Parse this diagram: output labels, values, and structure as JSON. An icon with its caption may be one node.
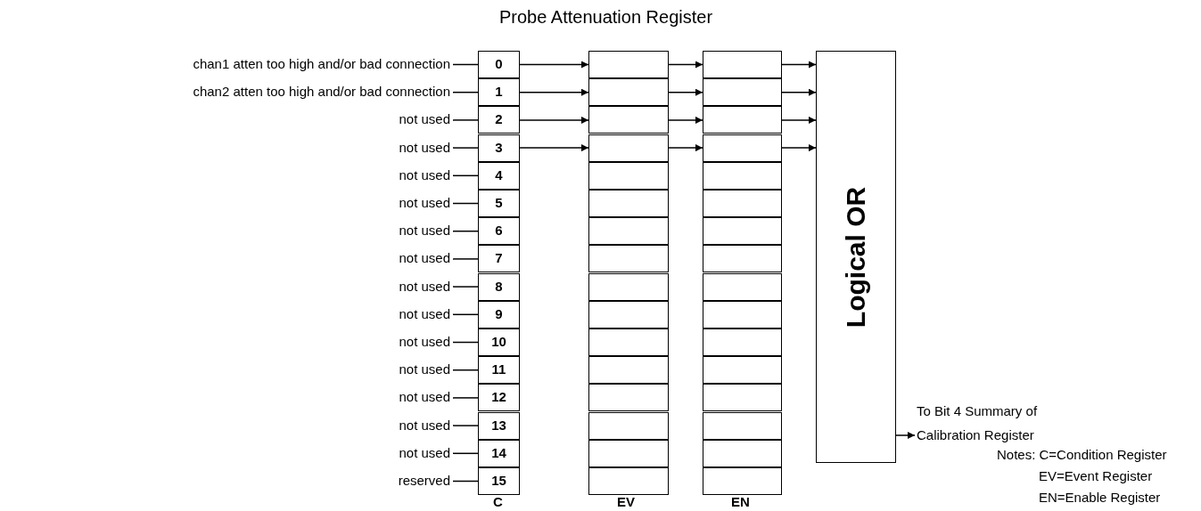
{
  "diagram": {
    "title": "Probe Attenuation Register",
    "nodes": [
      {
        "text": [
          "chan1 atten too high and/or bad connection"
        ]
      },
      {
        "text": [
          "chan2 atten too high and/or bad connection"
        ]
      },
      {
        "text": [
          "not used"
        ]
      },
      {
        "text": [
          "not used"
        ]
      },
      {
        "text": [
          "not used"
        ]
      },
      {
        "text": [
          "not used"
        ]
      },
      {
        "text": [
          "not used"
        ]
      },
      {
        "text": [
          "not used"
        ]
      },
      {
        "text": [
          "not used"
        ]
      },
      {
        "text": [
          "not used"
        ]
      },
      {
        "text": [
          "not used"
        ]
      },
      {
        "text": [
          "not used"
        ]
      },
      {
        "text": [
          "not used"
        ]
      },
      {
        "text": [
          "not used"
        ]
      },
      {
        "text": [
          "not used"
        ]
      },
      {
        "text": [
          "reserved"
        ]
      },
      {
        "text": [
          "0"
        ]
      },
      {
        "text": [
          "1"
        ]
      },
      {
        "text": [
          "2"
        ]
      },
      {
        "text": [
          "3"
        ]
      },
      {
        "text": [
          "4"
        ]
      },
      {
        "text": [
          "5"
        ]
      },
      {
        "text": [
          "6"
        ]
      },
      {
        "text": [
          "7"
        ]
      },
      {
        "text": [
          "8"
        ]
      },
      {
        "text": [
          "9"
        ]
      },
      {
        "text": [
          "10"
        ]
      },
      {
        "text": [
          "11"
        ]
      },
      {
        "text": [
          "12"
        ]
      },
      {
        "text": [
          "13"
        ]
      },
      {
        "text": [
          "14"
        ]
      },
      {
        "text": [
          "15"
        ]
      },
      {
        "text": [],
        "shape": "box"
      },
      {
        "text": [],
        "shape": "box"
      },
      {
        "text": [],
        "shape": "box"
      },
      {
        "text": [],
        "shape": "box"
      },
      {
        "text": [],
        "shape": "box"
      },
      {
        "text": [],
        "shape": "box"
      },
      {
        "text": [],
        "shape": "box"
      },
      {
        "text": [],
        "shape": "box"
      },
      {
        "text": [],
        "shape": "box"
      },
      {
        "text": [],
        "shape": "box"
      },
      {
        "text": [],
        "shape": "box"
      },
      {
        "text": [],
        "shape": "box"
      },
      {
        "text": [],
        "shape": "box"
      },
      {
        "text": [],
        "shape": "box"
      },
      {
        "text": [],
        "shape": "box"
      },
      {
        "text": [],
        "shape": "box"
      },
      {
        "text": [],
        "shape": "box"
      },
      {
        "text": [],
        "shape": "box"
      },
      {
        "text": [],
        "shape": "box"
      },
      {
        "text": [],
        "shape": "box"
      },
      {
        "text": [],
        "shape": "box"
      },
      {
        "text": [],
        "shape": "box"
      },
      {
        "text": [],
        "shape": "box"
      },
      {
        "text": [],
        "shape": "box"
      },
      {
        "text": [],
        "shape": "box"
      },
      {
        "text": [],
        "shape": "box"
      },
      {
        "text": [],
        "shape": "box"
      },
      {
        "text": [],
        "shape": "box"
      },
      {
        "text": [],
        "shape": "box"
      },
      {
        "text": [],
        "shape": "box"
      },
      {
        "text": [],
        "shape": "box"
      },
      {
        "text": [],
        "shape": "box"
      },
      {
        "text": [
          "Logical OR"
        ]
      },
      {
        "text": [
          "To Bit 4 Summary of Calibration Register"
        ]
      }
    ],
    "edges": [
      {
        "from": 0,
        "to": 16,
        "arrow": "none"
      },
      {
        "from": 1,
        "to": 17,
        "arrow": "none"
      },
      {
        "from": 2,
        "to": 18,
        "arrow": "none"
      },
      {
        "from": 3,
        "to": 19,
        "arrow": "none"
      },
      {
        "from": 4,
        "to": 20,
        "arrow": "none"
      },
      {
        "from": 5,
        "to": 21,
        "arrow": "none"
      },
      {
        "from": 6,
        "to": 22,
        "arrow": "none"
      },
      {
        "from": 7,
        "to": 23,
        "arrow": "none"
      },
      {
        "from": 8,
        "to": 24,
        "arrow": "none"
      },
      {
        "from": 9,
        "to": 25,
        "arrow": "none"
      },
      {
        "from": 10,
        "to": 26,
        "arrow": "none"
      },
      {
        "from": 11,
        "to": 27,
        "arrow": "none"
      },
      {
        "from": 12,
        "to": 28,
        "arrow": "none"
      },
      {
        "from": 13,
        "to": 29,
        "arrow": "none"
      },
      {
        "from": 14,
        "to": 30,
        "arrow": "none"
      },
      {
        "from": 15,
        "to": 31,
        "arrow": "none"
      },
      {
        "from": 16,
        "to": 32,
        "arrow": "to"
      },
      {
        "from": 17,
        "to": 33,
        "arrow": "to"
      },
      {
        "from": 18,
        "to": 34,
        "arrow": "to"
      },
      {
        "from": 19,
        "to": 35,
        "arrow": "to"
      },
      {
        "from": 32,
        "to": 48,
        "arrow": "to"
      },
      {
        "from": 33,
        "to": 49,
        "arrow": "to"
      },
      {
        "from": 34,
        "to": 50,
        "arrow": "to"
      },
      {
        "from": 35,
        "to": 51,
        "arrow": "to"
      },
      {
        "from": 48,
        "to": 64,
        "arrow": "to"
      },
      {
        "from": 49,
        "to": 64,
        "arrow": "to"
      },
      {
        "from": 50,
        "to": 64,
        "arrow": "to"
      },
      {
        "from": 51,
        "to": 64,
        "arrow": "to"
      },
      {
        "from": 64,
        "to": 65,
        "arrow": "to"
      }
    ],
    "labels": [
      "C",
      "EV",
      "EN",
      "Notes: C=Condition Register",
      "EV=Event Register",
      "EN=Enable Register"
    ]
  }
}
